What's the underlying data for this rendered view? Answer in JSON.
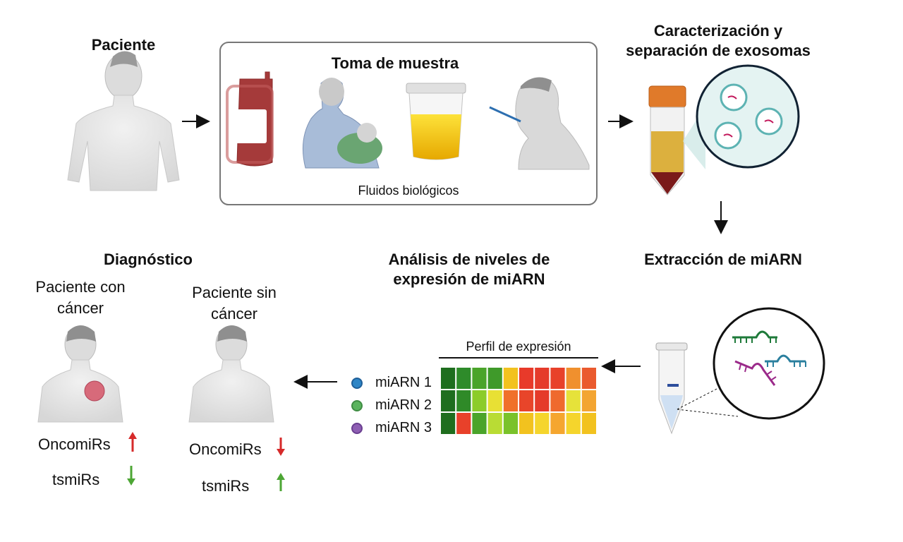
{
  "steps": {
    "patient": "Paciente",
    "sampling": "Toma de muestra",
    "fluids": "Fluidos biológicos",
    "exosomes": [
      "Caracterización y",
      "separación de exosomas"
    ],
    "extraction": "Extracción de miARN",
    "analysis": [
      "Análisis de niveles de",
      "expresión de miARN"
    ],
    "diagnosis": "Diagnóstico"
  },
  "expression": {
    "title": "Perfil de expresión",
    "rows": [
      {
        "label": "miARN 1",
        "color": "#2f86c6",
        "cells": [
          "#1e6e1e",
          "#2e8b2a",
          "#4aa42a",
          "#3f9a2a",
          "#f2c21f",
          "#e83a2a",
          "#e53b2b",
          "#e8412a",
          "#f0902e",
          "#ea5a2e"
        ]
      },
      {
        "label": "miARN 2",
        "color": "#5bb45e",
        "cells": [
          "#1f6e1e",
          "#2f8a28",
          "#8ccc2a",
          "#e8e034",
          "#f0702a",
          "#e8452a",
          "#e53b2b",
          "#ef6a2e",
          "#e6e23a",
          "#f3a532"
        ]
      },
      {
        "label": "miARN 3",
        "color": "#8e5fb3",
        "cells": [
          "#1f6e1e",
          "#e8412a",
          "#4aa42a",
          "#b9dc34",
          "#7ac22a",
          "#f2c21f",
          "#f5d52c",
          "#f5a62f",
          "#f5d52c",
          "#f2c21f"
        ]
      }
    ]
  },
  "diagnosis": {
    "with_cancer": {
      "label": [
        "Paciente con",
        "cáncer"
      ],
      "oncomirs": "OncomiRs",
      "oncomirs_trend": "up",
      "tsmirs": "tsmiRs",
      "tsmirs_trend": "down"
    },
    "without_cancer": {
      "label": [
        "Paciente sin",
        "cáncer"
      ],
      "oncomirs": "OncomiRs",
      "oncomirs_trend": "down",
      "tsmirs": "tsmiRs",
      "tsmirs_trend": "up"
    }
  },
  "colors": {
    "up_arrow_red": "#d62a2a",
    "down_arrow_red": "#d62a2a",
    "down_arrow_green": "#4da635",
    "up_arrow_green": "#4da635",
    "flow_arrow": "#111111"
  }
}
